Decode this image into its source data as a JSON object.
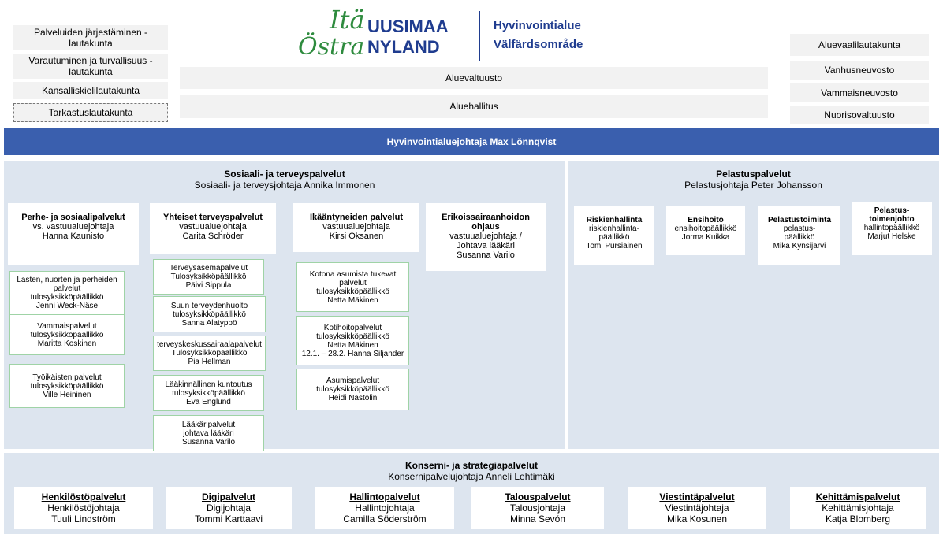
{
  "top_left": [
    "Palveluiden järjestäminen -\nlautakunta",
    "Varautuminen ja turvallisuus -\nlautakunta",
    "Kansalliskielilautakunta",
    "Tarkastuslautakunta"
  ],
  "logo": {
    "ita": "Itä",
    "uusimaa": "UUSIMAA",
    "ostra": "Östra",
    "nyland": "NYLAND",
    "line1": "Hyvinvointialue",
    "line2": "Välfärdsområde"
  },
  "center": {
    "council": "Aluevaltuusto",
    "board": "Aluehallitus"
  },
  "top_right": [
    "Aluevaalilautakunta",
    "Vanhusneuvosto",
    "Vammaisneuvosto",
    "Nuorisovaltuusto"
  ],
  "director_bar": "Hyvinvointialuejohtaja Max Lönnqvist",
  "social": {
    "title": "Sosiaali- ja terveyspalvelut",
    "subtitle": "Sosiaali- ja terveysjohtaja Annika Immonen",
    "col1": {
      "head_title": "Perhe- ja sosiaalipalvelut",
      "head_body": "vs. vastuualuejohtaja\nHanna Kaunisto",
      "items": [
        "Lasten, nuorten ja perheiden\npalvelut\ntulosyksikköpäällikkö\nJenni Weck-Näse",
        "Vammaispalvelut\ntulosyksikköpäällikkö\nMaritta Koskinen",
        "Työikäisten palvelut\ntulosyksikköpäällikkö\nVille Heininen"
      ]
    },
    "col2": {
      "head_title": "Yhteiset terveyspalvelut",
      "head_body": "vastuualuejohtaja\nCarita Schröder",
      "items": [
        "Terveysasemapalvelut\nTulosyksikköpäällikkö\nPäivi Sippula",
        "Suun terveydenhuolto\ntulosyksikköpäällikkö\nSanna Alatyppö",
        "terveyskeskussairaalapalvelut\nTulosyksikköpäällikkö\nPia Hellman",
        "Lääkinnällinen kuntoutus\ntulosyksikköpäällikkö\nEva Englund",
        "Lääkäripalvelut\njohtava lääkäri\nSusanna Varilo"
      ]
    },
    "col3": {
      "head_title": "Ikääntyneiden palvelut",
      "head_body": "vastuualuejohtaja\nKirsi Oksanen",
      "items": [
        "Kotona asumista tukevat\npalvelut\ntulosyksikköpäällikkö\nNetta Mäkinen",
        "Kotihoitopalvelut\ntulosyksikköpäällikkö\nNetta Mäkinen\n12.1. – 28.2. Hanna Siljander",
        "Asumispalvelut\ntulosyksikköpäällikkö\nHeidi Nastolin"
      ]
    },
    "col4": {
      "head_title": "Erikoissairaanhoidon\nohjaus",
      "head_body": "vastuualuejohtaja /\nJohtava lääkäri\nSusanna Varilo"
    }
  },
  "rescue": {
    "title": "Pelastuspalvelut",
    "subtitle": "Pelastusjohtaja Peter Johansson",
    "units": [
      {
        "title": "Riskienhallinta",
        "body": "riskienhallinta-\npäällikkö\nTomi Pursiainen"
      },
      {
        "title": "Ensihoito",
        "body": "ensihoitopäällikkö\nJorma Kuikka"
      },
      {
        "title": "Pelastustoiminta",
        "body": "pelastus-\npäällikkö\nMika Kynsijärvi"
      },
      {
        "title": "Pelastus-\ntoimenjohto",
        "body": "hallintopäällikkö\nMarjut Helske"
      }
    ]
  },
  "group": {
    "title": "Konserni- ja strategiapalvelut",
    "subtitle": "Konsernipalvelujohtaja Anneli Lehtimäki",
    "units": [
      {
        "title": "Henkilöstöpalvelut",
        "role": "Henkilöstöjohtaja",
        "name": "Tuuli Lindström"
      },
      {
        "title": "Digipalvelut",
        "role": "Digijohtaja",
        "name": "Tommi Karttaavi"
      },
      {
        "title": "Hallintopalvelut",
        "role": "Hallintojohtaja",
        "name": "Camilla Söderström"
      },
      {
        "title": "Talouspalvelut",
        "role": "Talousjohtaja",
        "name": "Minna Sevón"
      },
      {
        "title": "Viestintäpalvelut",
        "role": "Viestintäjohtaja",
        "name": "Mika Kosunen"
      },
      {
        "title": "Kehittämispalvelut",
        "role": "Kehittämisjohtaja",
        "name": "Katja Blomberg"
      }
    ]
  },
  "colors": {
    "director_bar": "#3a5fae",
    "panel": "#dde5ef",
    "green_border": "#9fd3a6",
    "logo_green": "#2e8b3e",
    "logo_blue": "#1f3c8f"
  }
}
